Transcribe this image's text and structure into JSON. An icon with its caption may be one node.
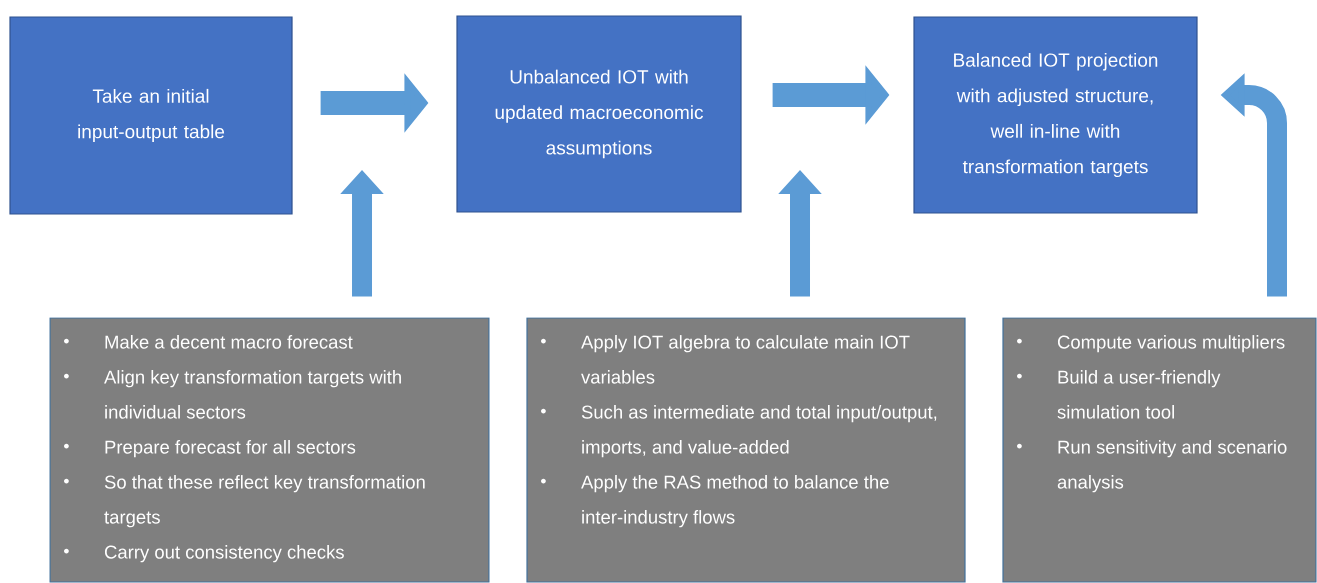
{
  "diagram": {
    "nodes": [
      {
        "text": [
          "Take an initial input-output table"
        ]
      },
      {
        "text": [
          "Unbalanced IOT with updated macroeconomic assumptions"
        ]
      },
      {
        "text": [
          "Balanced IOT projection with adjusted structure, well in-line with transformation targets"
        ]
      },
      {
        "text": [
          "Make a decent macro forecast",
          "Align key transformation targets with individual sectors",
          "Prepare forecast for all sectors",
          "So that these reflect key transformation targets",
          "Carry out consistency checks"
        ]
      },
      {
        "text": [
          "Apply IOT algebra to calculate main IOT variables",
          "Such as intermediate and total input/output, imports, and value-added",
          "Apply the RAS method to balance the inter-industry flows"
        ]
      },
      {
        "text": [
          "Compute various multipliers",
          "Build a user-friendly simulation tool",
          "Run sensitivity and scenario analysis"
        ]
      }
    ],
    "edges": [
      {
        "from": 0,
        "to": 1,
        "arrow": "to"
      },
      {
        "from": 1,
        "to": 2,
        "arrow": "to"
      },
      {
        "from": 3,
        "to": null,
        "arrow": "to"
      },
      {
        "from": 4,
        "to": null,
        "arrow": "to"
      },
      {
        "from": 5,
        "to": 2,
        "arrow": "to"
      }
    ]
  }
}
